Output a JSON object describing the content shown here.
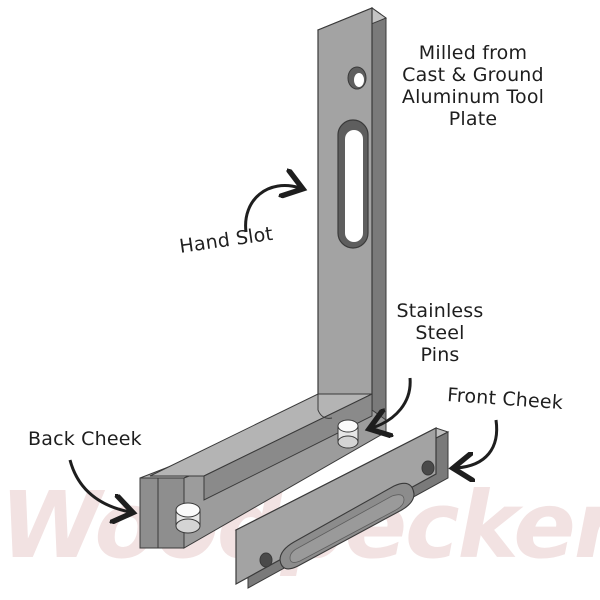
{
  "watermark": {
    "text": "Woodpeckers"
  },
  "labels": {
    "material": [
      "Milled from",
      "Cast & Ground",
      "Aluminum Tool",
      "Plate"
    ],
    "hand_slot": "Hand Slot",
    "pins": [
      "Stainless",
      "Steel",
      "Pins"
    ],
    "front_cheek": "Front Cheek",
    "back_cheek": "Back Cheek"
  },
  "colors": {
    "metal_face": "#a3a3a3",
    "metal_side": "#7a7a7a",
    "metal_dark": "#5e5e5e",
    "outline": "#3a3a3a",
    "watermark": "#f2e2e2",
    "annotation": "#1e1e1e"
  }
}
